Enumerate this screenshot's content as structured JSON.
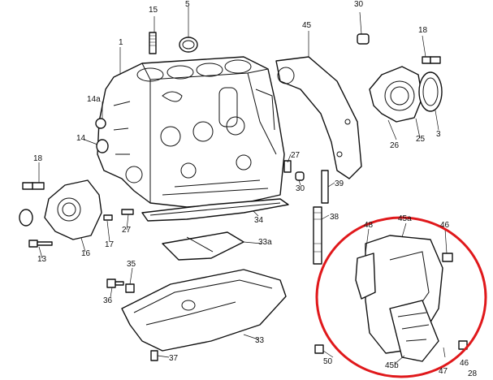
{
  "callouts": {
    "c1": "1",
    "c3": "3",
    "c5": "5",
    "c13": "13",
    "c14": "14",
    "c14a": "14a",
    "c15": "15",
    "c16": "16",
    "c17": "17",
    "c18a": "18",
    "c18b": "18",
    "c25": "25",
    "c26": "26",
    "c27a": "27",
    "c27b": "27",
    "c28": "28",
    "c30a": "30",
    "c30b": "30",
    "c33": "33",
    "c33a": "33a",
    "c34": "34",
    "c35": "35",
    "c36": "36",
    "c37": "37",
    "c38": "38",
    "c39": "39",
    "c45": "45",
    "c45a": "45a",
    "c45b": "45b",
    "c46a": "46",
    "c46b": "46",
    "c47": "47",
    "c48": "48",
    "c50": "50"
  },
  "highlight": {
    "color": "#e0181b"
  },
  "line_color": "#111111"
}
